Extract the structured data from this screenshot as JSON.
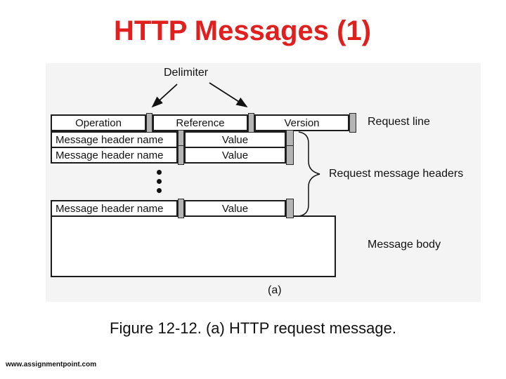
{
  "title": {
    "text": "HTTP Messages (1)",
    "color": "#e01f1f"
  },
  "diagram": {
    "delimiter_label": "Delimiter",
    "request_line": {
      "cells": [
        "Operation",
        "Reference",
        "Version"
      ],
      "label": "Request line"
    },
    "headers": {
      "label": "Request message headers",
      "rows": [
        {
          "name": "Message header name",
          "value": "Value"
        },
        {
          "name": "Message header name",
          "value": "Value"
        },
        {
          "name": "Message header name",
          "value": "Value"
        }
      ]
    },
    "body": {
      "label": "Message body"
    },
    "subcaption": "(a)",
    "colors": {
      "delimiter": "#b4b4b4",
      "panel_bg": "#f4f4f4",
      "border": "#1c1c1c",
      "title": "#e01f1f"
    }
  },
  "caption": "Figure 12-12. (a) HTTP request message.",
  "footer": "www.assignmentpoint.com"
}
